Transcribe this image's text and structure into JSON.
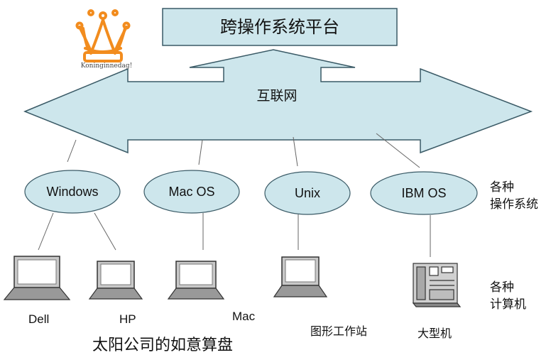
{
  "title": "跨操作系统平台",
  "network_label": "互联网",
  "logo_text": "Koninginnedag!",
  "os_nodes": [
    {
      "label": "Windows"
    },
    {
      "label": "Mac OS"
    },
    {
      "label": "Unix"
    },
    {
      "label": "IBM OS"
    }
  ],
  "os_caption": "各种\n操作系统",
  "computers": [
    {
      "label": "Dell"
    },
    {
      "label": "HP"
    },
    {
      "label": "Mac"
    },
    {
      "label": "图形工作站"
    },
    {
      "label": "大型机"
    }
  ],
  "computer_caption": "各种\n计算机",
  "footer": "太阳公司的如意算盘",
  "colors": {
    "fill": "#cde6ec",
    "stroke": "#3a5a66",
    "line": "#666666",
    "crown": "#f28c1e"
  }
}
